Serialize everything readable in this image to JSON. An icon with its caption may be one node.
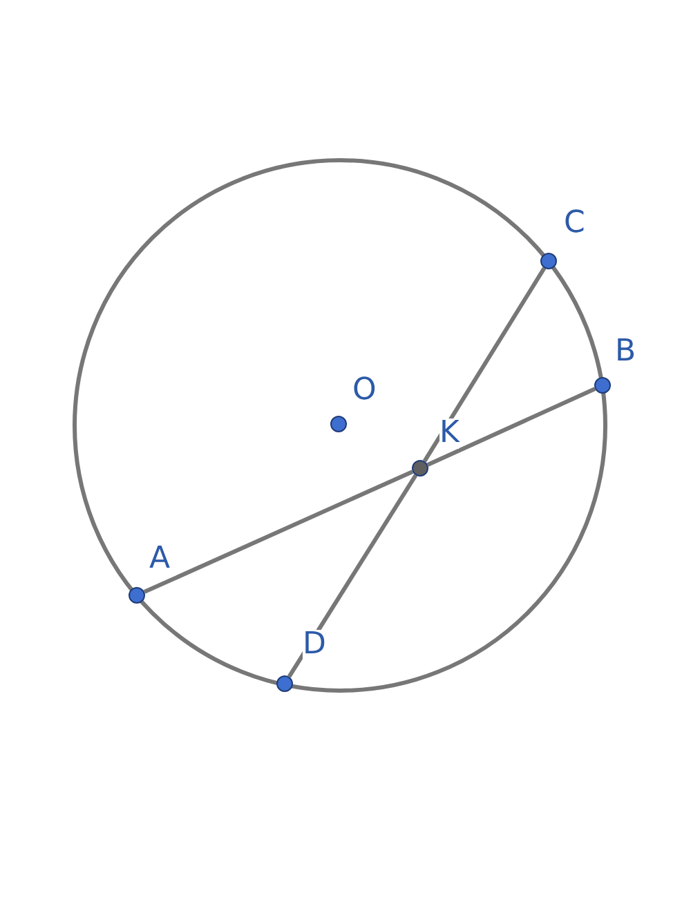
{
  "diagram": {
    "nodes": [
      {
        "text": [],
        "shape": "circle",
        "beside": [
          "C"
        ]
      },
      {
        "text": [],
        "shape": "circle",
        "beside": [
          "B"
        ]
      },
      {
        "text": [],
        "shape": "circle",
        "beside": [
          "O"
        ]
      },
      {
        "text": [],
        "shape": "circle",
        "beside": [
          "K"
        ]
      },
      {
        "text": [],
        "shape": "circle",
        "beside": [
          "A"
        ]
      },
      {
        "text": [],
        "shape": "circle",
        "beside": [
          "D"
        ]
      }
    ],
    "edges": [
      {
        "from": 4,
        "to": 3,
        "arrow": "none"
      },
      {
        "from": 3,
        "to": 1,
        "arrow": "none"
      },
      {
        "from": 0,
        "to": 3,
        "arrow": "none"
      },
      {
        "from": 3,
        "to": 5,
        "arrow": "none"
      }
    ]
  }
}
